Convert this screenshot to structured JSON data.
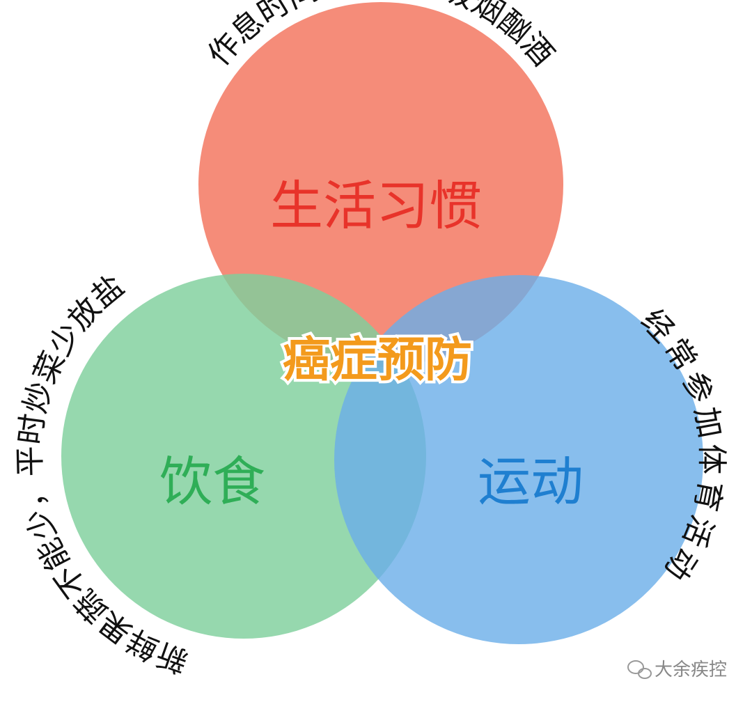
{
  "diagram": {
    "center_title": "癌症预防",
    "circles": [
      {
        "id": "lifestyle",
        "label": "生活习惯",
        "advice": "作息时间正常，不吸烟酗酒",
        "fill": "#f4806a",
        "text_color": "#e8332a"
      },
      {
        "id": "diet",
        "label": "饮食",
        "advice": "新鲜果蔬不能少，平时炒菜少放盐",
        "fill": "#7fcf9c",
        "text_color": "#2fae57"
      },
      {
        "id": "exercise",
        "label": "运动",
        "advice": "经常参加体育活动",
        "fill": "#6aaee8",
        "text_color": "#1f7fd0"
      }
    ]
  },
  "watermark": {
    "icon": "wechat-icon",
    "text": "大余疾控"
  }
}
